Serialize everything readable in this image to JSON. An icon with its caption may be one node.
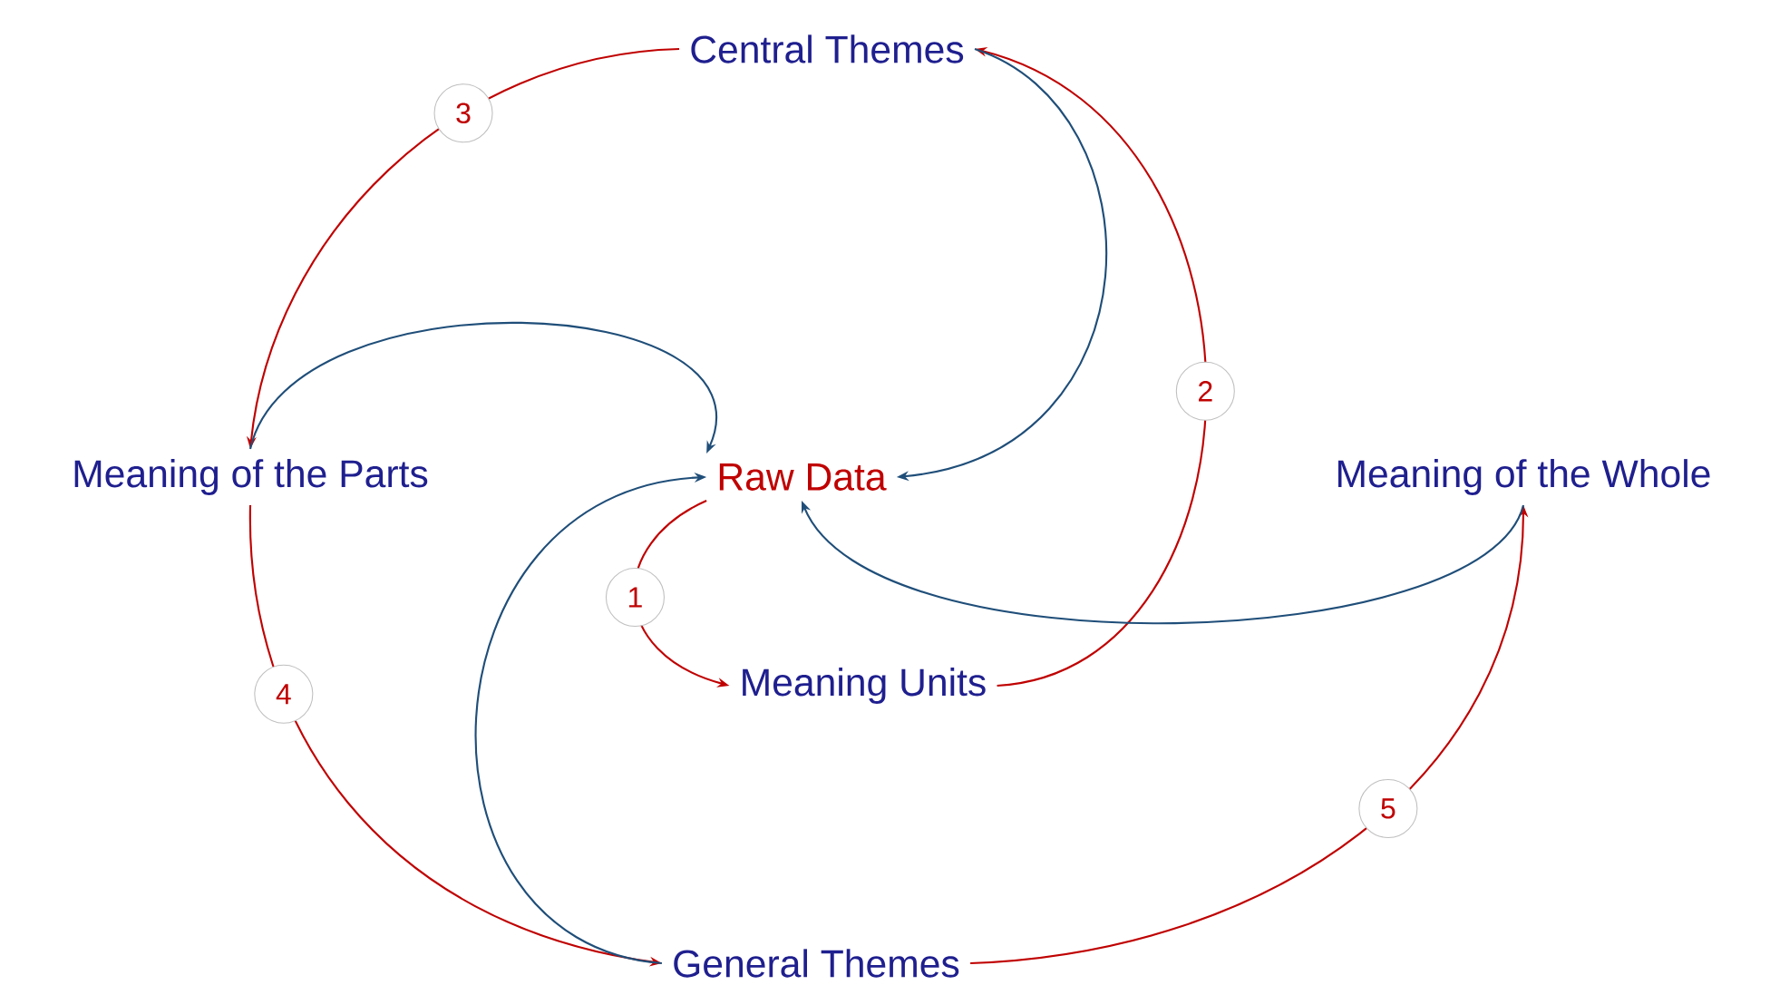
{
  "diagram": {
    "nodes": [
      {
        "text": [
          "Central Themes"
        ]
      },
      {
        "text": [
          "Meaning of the Parts"
        ]
      },
      {
        "text": [
          "Raw Data"
        ]
      },
      {
        "text": [
          "Meaning of the Whole"
        ]
      },
      {
        "text": [
          "Meaning Units"
        ]
      },
      {
        "text": [
          "General Themes"
        ]
      }
    ],
    "edges": [
      {
        "from": 2,
        "to": 4,
        "arrow": "to",
        "label": "1"
      },
      {
        "from": 4,
        "to": 0,
        "arrow": "to",
        "label": "2"
      },
      {
        "from": 0,
        "to": 1,
        "arrow": "to",
        "label": "3"
      },
      {
        "from": 1,
        "to": 5,
        "arrow": "to",
        "label": "4"
      },
      {
        "from": 5,
        "to": 3,
        "arrow": "to",
        "label": "5"
      },
      {
        "from": 1,
        "to": 2,
        "arrow": "to",
        "color": "#1f4e79"
      },
      {
        "from": 0,
        "to": 2,
        "arrow": "to",
        "color": "#1f4e79"
      },
      {
        "from": 3,
        "to": 2,
        "arrow": "to",
        "color": "#1f4e79"
      },
      {
        "from": 5,
        "to": 2,
        "arrow": "to",
        "color": "#1f4e79"
      }
    ]
  }
}
